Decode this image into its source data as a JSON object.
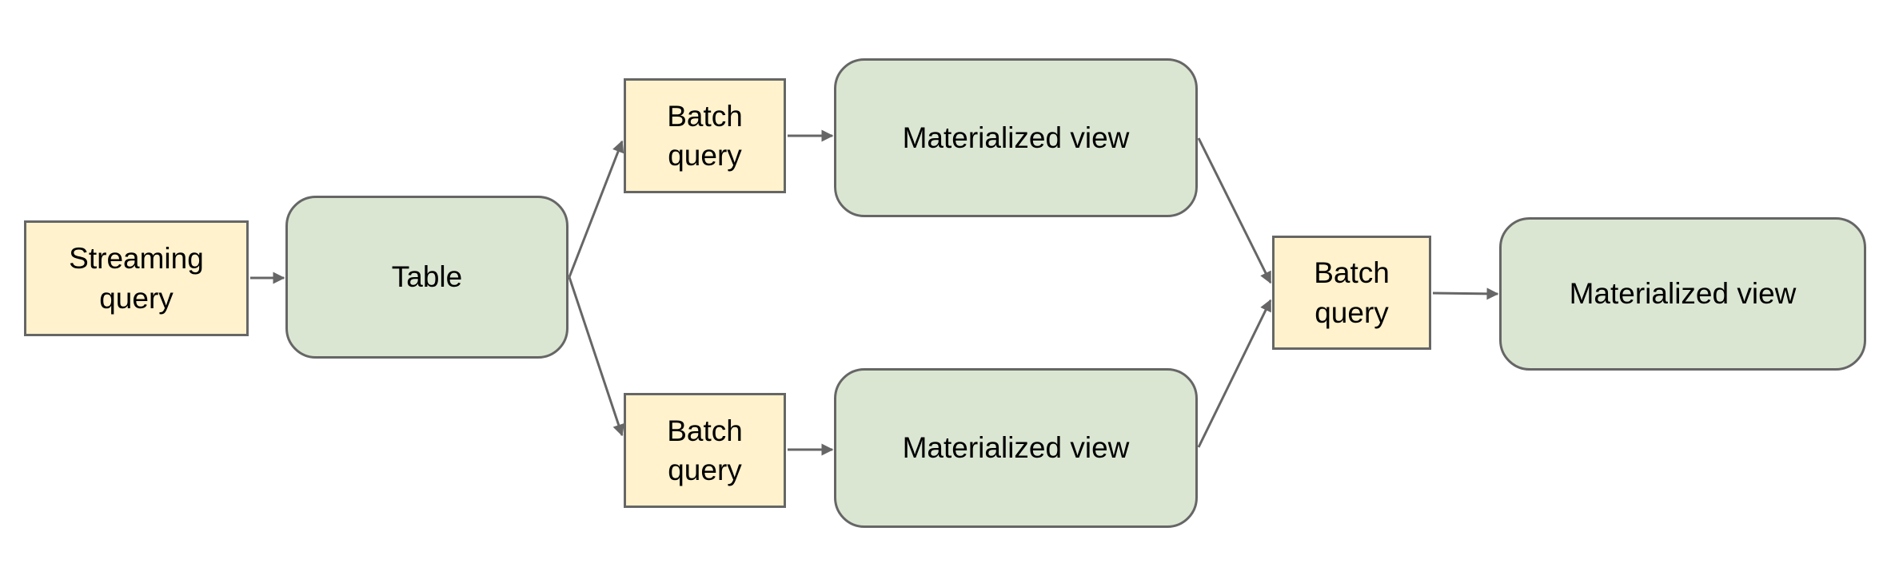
{
  "diagram": {
    "colors": {
      "background": "#ffffff",
      "query_fill": "#fff2cc",
      "store_fill": "#dae6d2",
      "node_border": "#666666",
      "arrow": "#666666",
      "text": "#000000"
    },
    "nodes": [
      {
        "id": "streaming-query",
        "label": "Streaming query",
        "kind": "query"
      },
      {
        "id": "table",
        "label": "Table",
        "kind": "store"
      },
      {
        "id": "batch-query-top",
        "label": "Batch query",
        "kind": "query"
      },
      {
        "id": "materialized-view-top",
        "label": "Materialized view",
        "kind": "store"
      },
      {
        "id": "batch-query-bottom",
        "label": "Batch query",
        "kind": "query"
      },
      {
        "id": "materialized-view-bottom",
        "label": "Materialized view",
        "kind": "store"
      },
      {
        "id": "batch-query-right",
        "label": "Batch query",
        "kind": "query"
      },
      {
        "id": "materialized-view-right",
        "label": "Materialized view",
        "kind": "store"
      }
    ],
    "edges": [
      {
        "from": "streaming-query",
        "to": "table"
      },
      {
        "from": "table",
        "to": "batch-query-top"
      },
      {
        "from": "table",
        "to": "batch-query-bottom"
      },
      {
        "from": "batch-query-top",
        "to": "materialized-view-top"
      },
      {
        "from": "batch-query-bottom",
        "to": "materialized-view-bottom"
      },
      {
        "from": "materialized-view-top",
        "to": "batch-query-right"
      },
      {
        "from": "materialized-view-bottom",
        "to": "batch-query-right"
      },
      {
        "from": "batch-query-right",
        "to": "materialized-view-right"
      }
    ]
  }
}
